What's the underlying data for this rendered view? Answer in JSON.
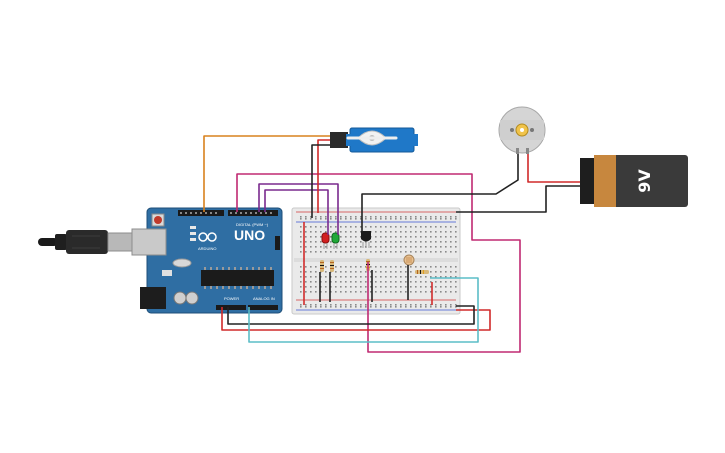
{
  "arduino": {
    "brand": "ARDUINO",
    "model": "UNO",
    "digital_label": "DIGITAL (PWM ~)",
    "power_label": "POWER",
    "analog_label": "ANALOG IN",
    "color": "#2f6ea3"
  },
  "battery": {
    "label": "9V",
    "body_color": "#3a3a3a",
    "cap_color": "#c7873e"
  },
  "servo": {
    "color": "#1f78c8"
  },
  "wires": {
    "orange": "#d9821e",
    "magenta": "#c02a72",
    "purple": "#7a2a8e",
    "red": "#d02a2a",
    "black": "#222222",
    "cyan": "#5bbdc7"
  },
  "leds": [
    "red",
    "green"
  ]
}
